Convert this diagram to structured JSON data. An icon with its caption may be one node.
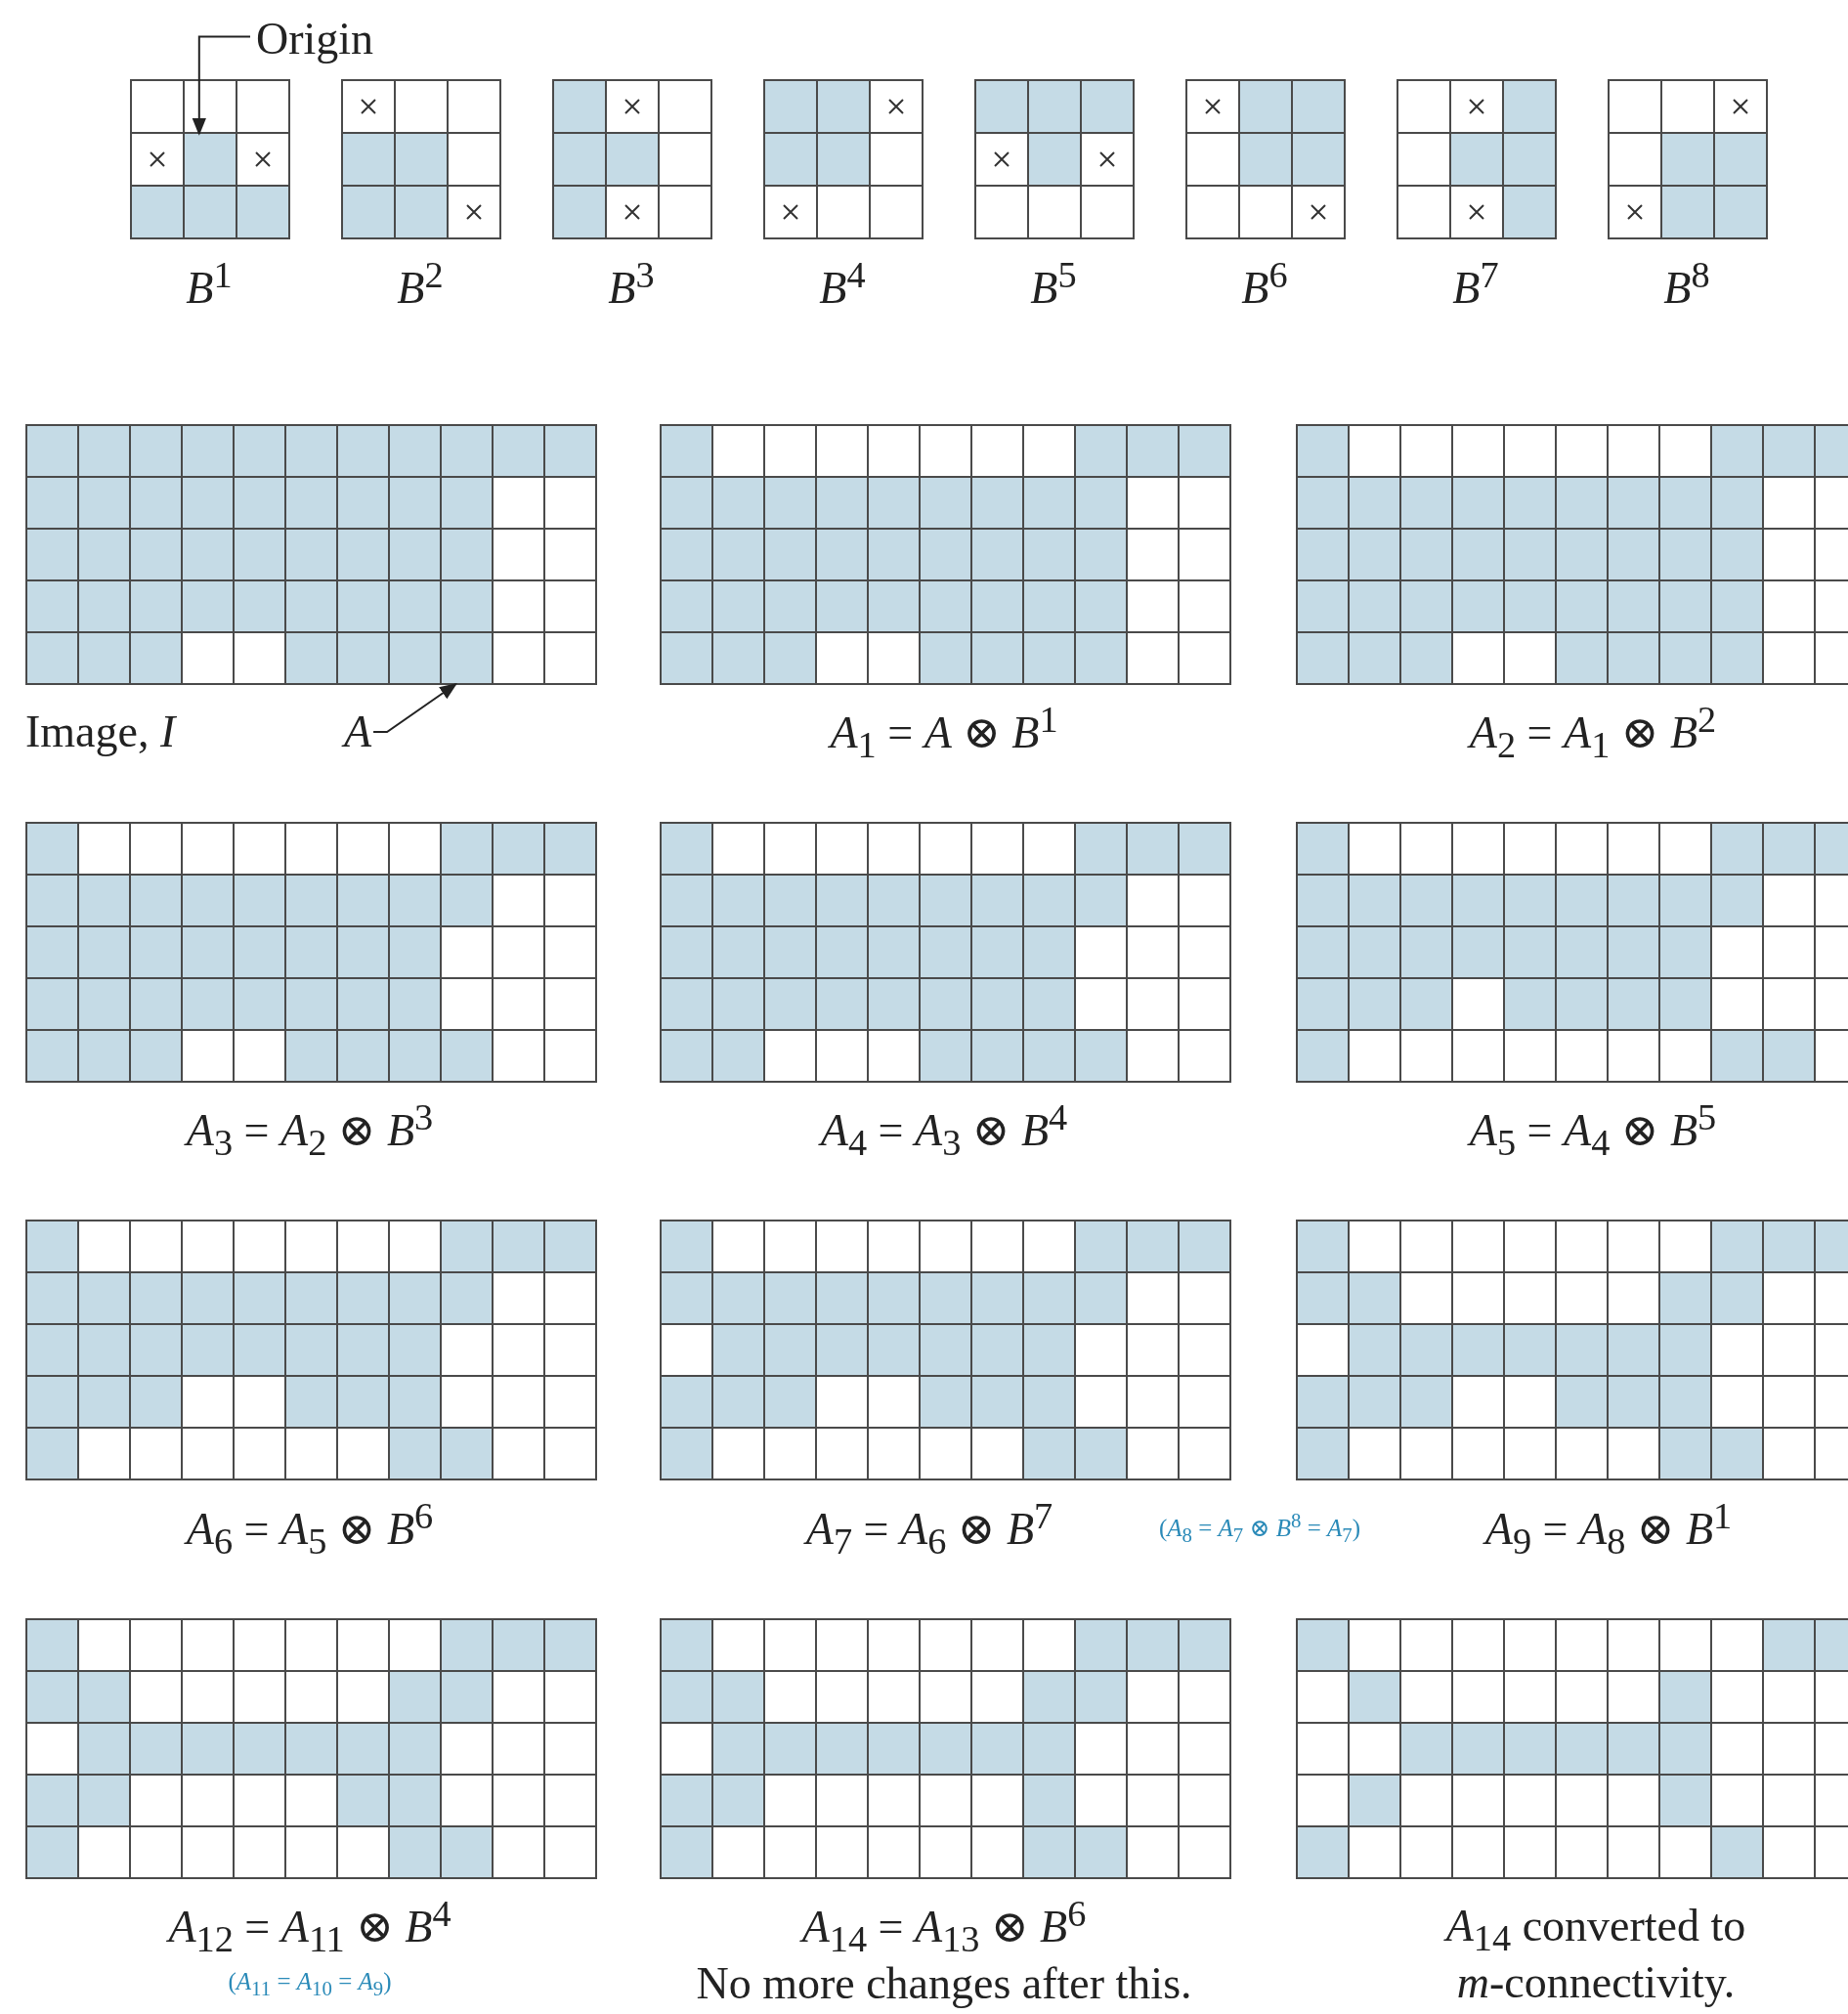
{
  "diagram": {
    "nodes": [
      {
        "text": [
          "Origin"
        ]
      },
      {
        "text": [],
        "shape": "box"
      },
      {
        "text": [
          "*A*"
        ]
      },
      {
        "text": [],
        "shape": "box"
      }
    ],
    "edges": [
      {
        "from": 0,
        "to": 1,
        "arrow": "to"
      },
      {
        "from": 2,
        "to": 3,
        "arrow": "to"
      }
    ],
    "labels": [
      "*B*$^{1}$",
      "*B*$^{2}$",
      "*B*$^{3}$",
      "*B*$^{4}$",
      "*B*$^{5}$",
      "*B*$^{6}$",
      "*B*$^{7}$",
      "*B*$^{8}$",
      "Image, *I*",
      "*A*$_{1}$ = *A* ⊗ *B*$^{1}$",
      "*A*$_{2}$ = *A*$_{1}$ ⊗ *B*$^{2}$",
      "*A*$_{3}$ = *A*$_{2}$ ⊗ *B*$^{3}$",
      "*A*$_{4}$ = *A*$_{3}$ ⊗ *B*$^{4}$",
      "*A*$_{5}$ = *A*$_{4}$ ⊗ *B*$^{5}$",
      "*A*$_{6}$ = *A*$_{5}$ ⊗ *B*$^{6}$",
      "*A*$_{7}$ = *A*$_{6}$ ⊗ *B*$^{7}$",
      "(*A*$_{8}$ = *A*$_{7}$ ⊗ *B*$^{8}$ = *A*$_{7}$)",
      "*A*$_{9}$ = *A*$_{8}$ ⊗ *B*$^{1}$",
      "*A*$_{12}$ = *A*$_{11}$ ⊗ *B*$^{4}$",
      "*A*$_{14}$ = *A*$_{13}$ ⊗ *B*$^{6}$",
      "*A*$_{14}$ converted to *m*-connectivity.",
      "(*A*$_{11}$ = *A*$_{10}$ = *A*$_{9}$)",
      "No more changes after this."
    ]
  }
}
